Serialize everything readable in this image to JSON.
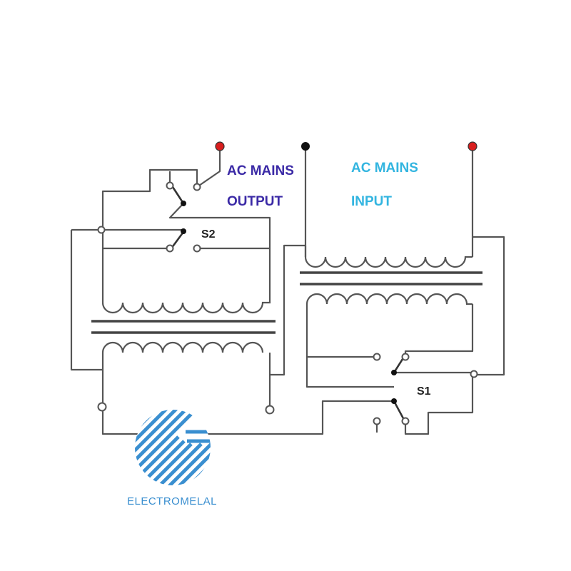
{
  "labels": {
    "output_line1": "AC MAINS",
    "output_line2": "OUTPUT",
    "input_line1": "AC MAINS",
    "input_line2": "INPUT",
    "switch_s1": "S1",
    "switch_s2": "S2"
  },
  "brand": {
    "name": "ELECTROMELAL"
  },
  "colors": {
    "output_label": "#3b2aa6",
    "input_label": "#33b5e0",
    "brand": "#3a8fd0",
    "terminal_live": "#d81e1e",
    "wire": "#555555"
  },
  "icons": {
    "logo": "striped-globe-logo"
  }
}
